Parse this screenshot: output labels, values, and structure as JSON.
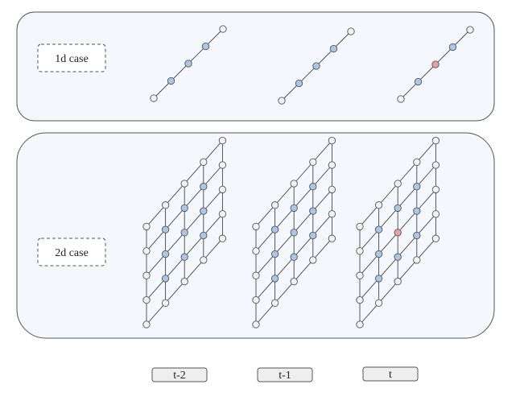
{
  "rows": {
    "row1d": {
      "label": "1d case"
    },
    "row2d": {
      "label": "2d case"
    }
  },
  "time_labels": [
    "t-2",
    "t-1",
    "t"
  ],
  "colors": {
    "context": "#a9c7e8",
    "target": "#e7a1a1",
    "empty": "#f2f2f2"
  },
  "grids_1d": [
    {
      "states": [
        "empty",
        "context",
        "context",
        "context",
        "empty"
      ]
    },
    {
      "states": [
        "empty",
        "context",
        "context",
        "context",
        "empty"
      ]
    },
    {
      "states": [
        "empty",
        "context",
        "target",
        "context",
        "empty"
      ]
    }
  ],
  "grids_2d": [
    {
      "states": [
        [
          "empty",
          "empty",
          "empty",
          "empty",
          "empty"
        ],
        [
          "empty",
          "context",
          "context",
          "context",
          "empty"
        ],
        [
          "empty",
          "context",
          "context",
          "context",
          "empty"
        ],
        [
          "empty",
          "context",
          "context",
          "context",
          "empty"
        ],
        [
          "empty",
          "empty",
          "empty",
          "empty",
          "empty"
        ]
      ]
    },
    {
      "states": [
        [
          "empty",
          "empty",
          "empty",
          "empty",
          "empty"
        ],
        [
          "empty",
          "context",
          "context",
          "context",
          "empty"
        ],
        [
          "empty",
          "context",
          "context",
          "context",
          "empty"
        ],
        [
          "empty",
          "context",
          "context",
          "context",
          "empty"
        ],
        [
          "empty",
          "empty",
          "empty",
          "empty",
          "empty"
        ]
      ]
    },
    {
      "states": [
        [
          "empty",
          "empty",
          "empty",
          "empty",
          "empty"
        ],
        [
          "empty",
          "context",
          "context",
          "context",
          "empty"
        ],
        [
          "empty",
          "context",
          "target",
          "context",
          "empty"
        ],
        [
          "empty",
          "context",
          "context",
          "context",
          "empty"
        ],
        [
          "empty",
          "empty",
          "empty",
          "empty",
          "empty"
        ]
      ]
    }
  ]
}
